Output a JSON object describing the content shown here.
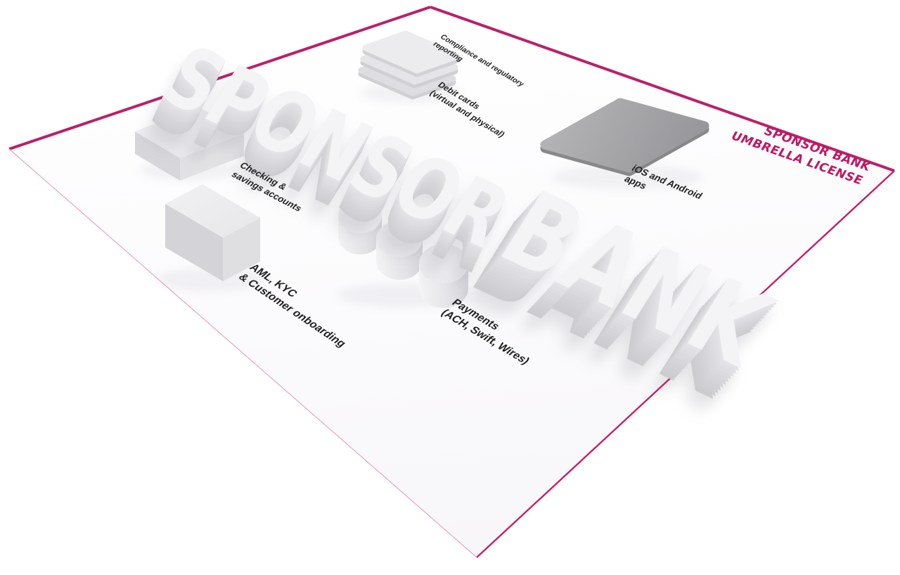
{
  "title_3d": {
    "word1": "SPONSOR",
    "word2": "BANK"
  },
  "license_badge": {
    "line1": "SPONSOR BANK",
    "line2": "UMBRELLA LICENSE"
  },
  "labels": {
    "compliance": {
      "line1": "Compliance and regulatory",
      "line2": "reporting"
    },
    "debit_cards": {
      "line1": "Debit cards",
      "line2": "(virtual and physical)"
    },
    "checking": {
      "line1": "Checking &",
      "line2": "savings accounts"
    },
    "aml": {
      "line1": "AML, KYC",
      "line2": "& Customer onboarding"
    },
    "payments": {
      "line1": "Payments",
      "line2": "(ACH, Swift, Wires)"
    },
    "apps": {
      "line1": "iOS and Android",
      "line2": "apps"
    }
  },
  "icons": {
    "boxes": "cuboid-shape",
    "cards": "layered-cards-shape",
    "cylinders": "cylinder-shape",
    "device": "rounded-tablet-shape"
  },
  "colors": {
    "accent_border": "#bb2068",
    "accent_border_light": "#e3a8c4",
    "accent_text": "#c01762",
    "label_text": "#1f1f1f",
    "plane_fill": "#fbfafb",
    "object_light": "#ececee",
    "object_mid": "#dfdfe2",
    "object_dark": "#d4d4d8",
    "title_face": "#f4f4f6",
    "title_side": "#d6d6da",
    "tablet_gray": "#a3a3a6"
  }
}
